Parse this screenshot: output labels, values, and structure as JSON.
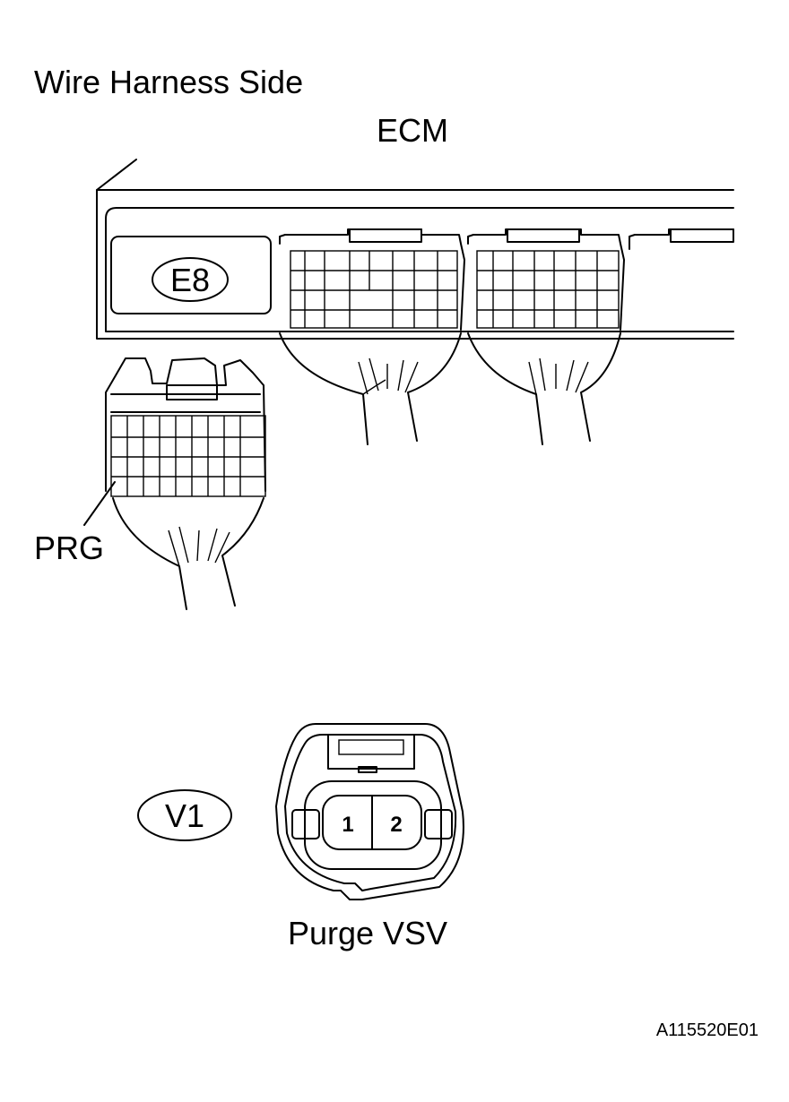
{
  "title": "Wire Harness Side",
  "ecm_label": "ECM",
  "connectors": {
    "ecm_connector": "E8",
    "vsv_connector": "V1"
  },
  "terminal_label": "PRG",
  "vsv_pins": [
    "1",
    "2"
  ],
  "component_label": "Purge VSV",
  "figure_id": "A115520E01"
}
